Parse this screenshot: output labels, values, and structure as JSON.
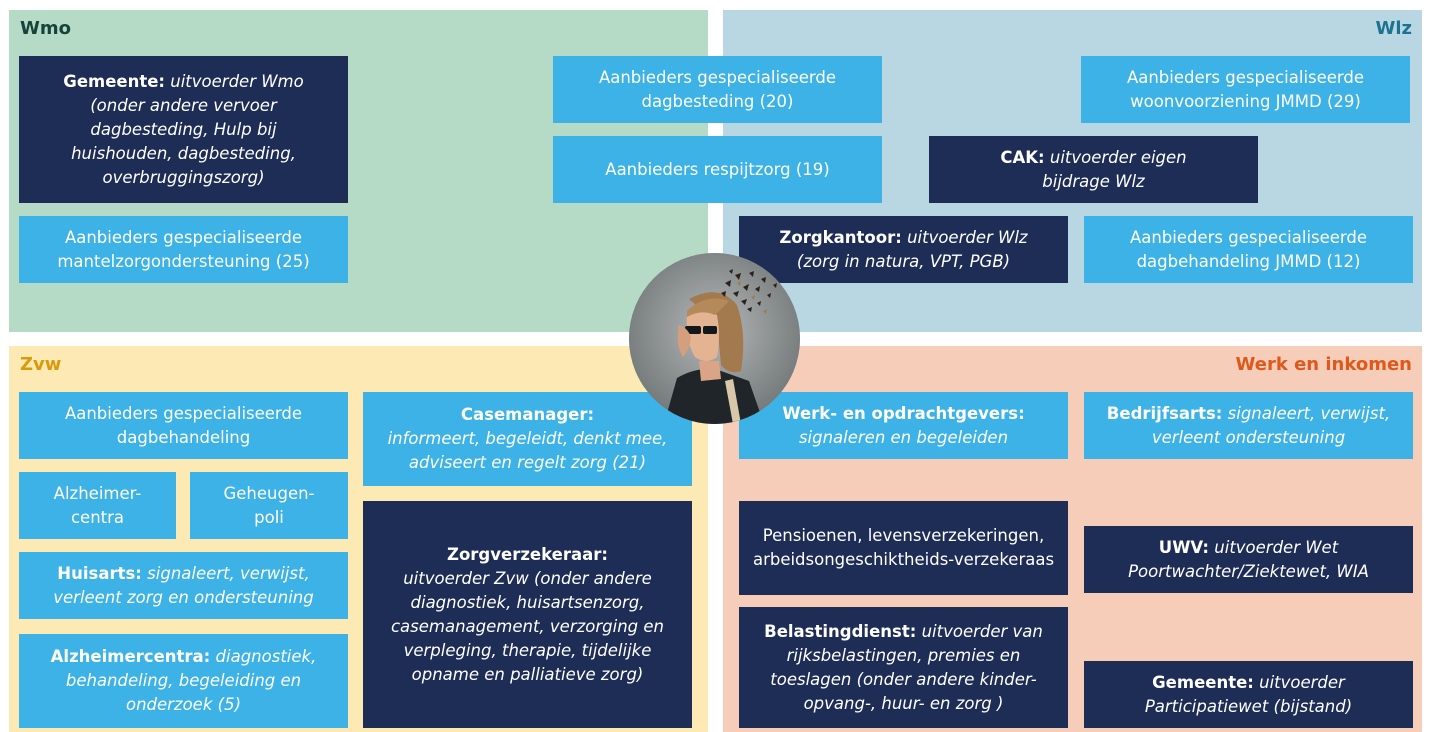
{
  "quadrants": {
    "wmo": {
      "title": "Wmo"
    },
    "wlz": {
      "title": "Wlz"
    },
    "zvw": {
      "title": "Zvw"
    },
    "werk": {
      "title": "Werk en inkomen"
    }
  },
  "boxes": {
    "gemeente_wmo": {
      "bold": "Gemeente:",
      "italic": "uitvoerder Wmo (onder andere vervoer dagbesteding, Hulp bij huishouden, dagbesteding, overbruggingszorg)"
    },
    "mantelzorg": {
      "text": "Aanbieders gespecialiseerde mantelzorgondersteuning (25)"
    },
    "dagbesteding": {
      "text": "Aanbieders gespecialiseerde dagbesteding (20)"
    },
    "respijtzorg": {
      "text": "Aanbieders respijtzorg (19)"
    },
    "woonvoorziening": {
      "text": "Aanbieders gespecialiseerde woonvoorziening JMMD (29)"
    },
    "cak": {
      "bold": "CAK:",
      "italic": "uitvoerder eigen bijdrage Wlz"
    },
    "zorgkantoor": {
      "bold": "Zorgkantoor:",
      "italic": "uitvoerder Wlz (zorg in natura, VPT, PGB)"
    },
    "dagbehandeling_jmmd": {
      "text": "Aanbieders gespecialiseerde dagbehandeling JMMD (12)"
    },
    "dagbehandeling": {
      "text": "Aanbieders gespecialiseerde dagbehandeling"
    },
    "casemanager": {
      "bold": "Casemanager:",
      "italic": "informeert, begeleidt, denkt mee, adviseert en regelt zorg (21)"
    },
    "alzheimercentra_small": {
      "text": "Alzheimer-centra"
    },
    "geheugenpoli": {
      "text": "Geheugen-poli"
    },
    "huisarts": {
      "bold": "Huisarts:",
      "italic": "signaleert, verwijst, verleent zorg en ondersteuning"
    },
    "alzheimercentra": {
      "bold": "Alzheimercentra:",
      "italic": "diagnostiek, behandeling, begeleiding en onderzoek (5)"
    },
    "zorgverzekeraar": {
      "bold": "Zorgverzekeraar:",
      "italic": "uitvoerder Zvw (onder andere diagnostiek, huisartsenzorg, casemanagement, verzorging en verpleging, therapie, tijdelijke opname en palliatieve zorg)"
    },
    "werkgevers": {
      "bold": "Werk- en opdrachtgevers:",
      "italic": "signaleren en begeleiden"
    },
    "bedrijfsarts": {
      "bold": "Bedrijfsarts:",
      "italic": "signaleert, verwijst, verleent ondersteuning"
    },
    "pensioenen": {
      "text": "Pensioenen, levensverzekeringen, arbeidsongeschiktheids-verzekeraas"
    },
    "uwv": {
      "bold": "UWV:",
      "italic": "uitvoerder Wet Poortwachter/Ziektewet, WIA"
    },
    "belastingdienst": {
      "bold": "Belastingdienst:",
      "italic": "uitvoerder van rijksbelastingen, premies en toeslagen (onder andere kinder-opvang-, huur- en zorg )"
    },
    "gemeente_werk": {
      "bold": "Gemeente:",
      "italic": "uitvoerder Participatiewet (bijstand)"
    }
  }
}
